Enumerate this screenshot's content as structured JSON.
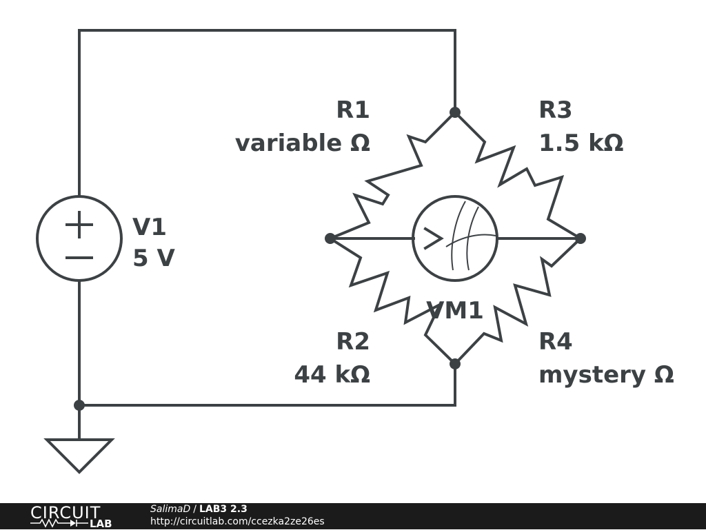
{
  "components": {
    "v1": {
      "name": "V1",
      "value": "5 V"
    },
    "r1": {
      "name": "R1",
      "value": "variable Ω"
    },
    "r2": {
      "name": "R2",
      "value": "44 kΩ"
    },
    "r3": {
      "name": "R3",
      "value": "1.5 kΩ"
    },
    "r4": {
      "name": "R4",
      "value": "mystery Ω"
    },
    "vm1": {
      "name": "VM1"
    }
  },
  "footer": {
    "logo_top": "CIRCUIT",
    "logo_bottom": "LAB",
    "author": "SalimaD",
    "separator": "/",
    "project": "LAB3 2.3",
    "url": "http://circuitlab.com/ccezka2ze26es"
  }
}
